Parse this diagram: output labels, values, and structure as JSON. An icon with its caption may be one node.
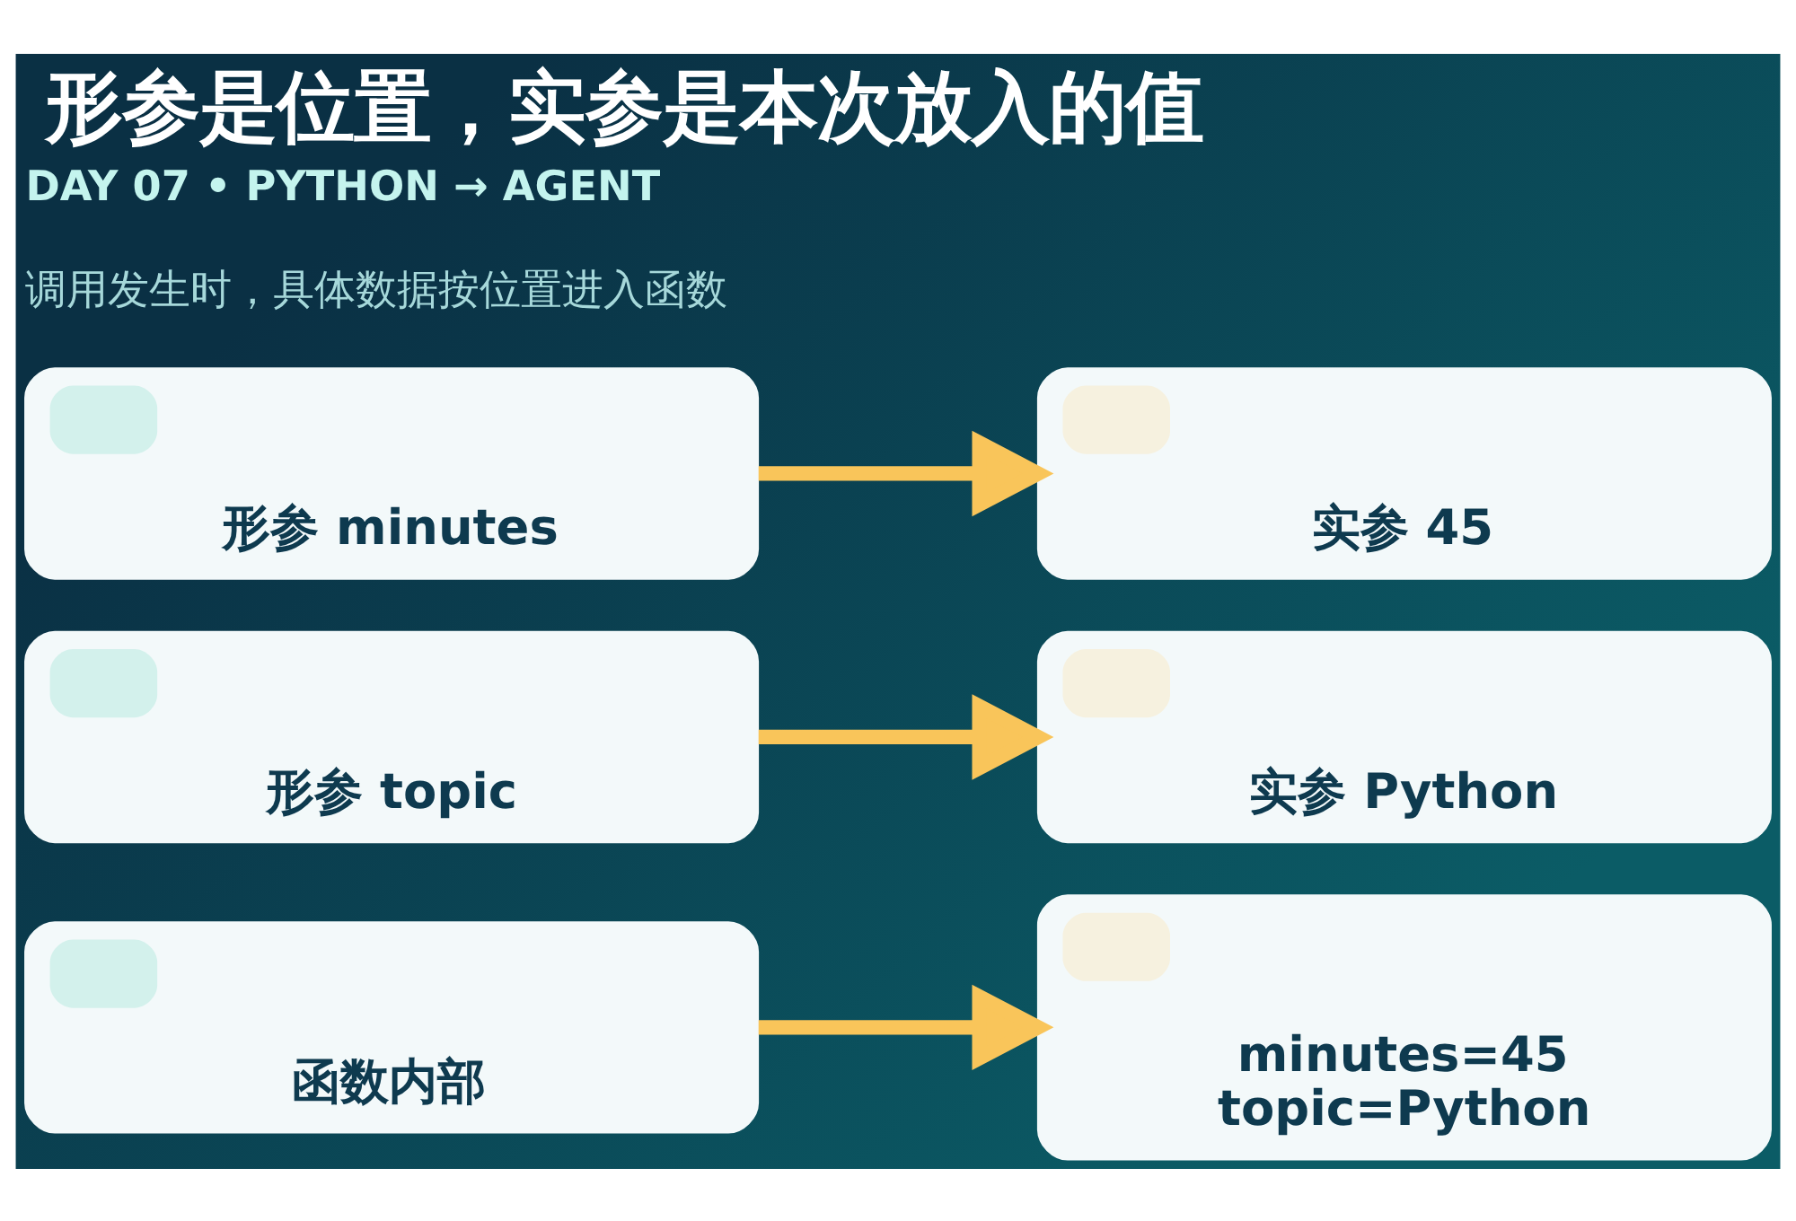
{
  "diagram": {
    "title": "形参是位置，实参是本次放入的值",
    "nodes": [
      {
        "text": [
          "形参 minutes"
        ]
      },
      {
        "text": [
          "实参 45"
        ]
      },
      {
        "text": [
          "形参 topic"
        ]
      },
      {
        "text": [
          "实参 Python"
        ]
      },
      {
        "text": [
          "函数内部"
        ]
      },
      {
        "text": [
          "minutes=45",
          "topic=Python"
        ]
      }
    ],
    "edges": [
      {
        "from": 0,
        "to": 1,
        "arrow": "to"
      },
      {
        "from": 2,
        "to": 3,
        "arrow": "to"
      },
      {
        "from": 4,
        "to": 5,
        "arrow": "to"
      }
    ],
    "labels": [
      "DAY 07 • PYTHON → AGENT",
      "调用发生时，具体数据按位置进入函数"
    ]
  }
}
